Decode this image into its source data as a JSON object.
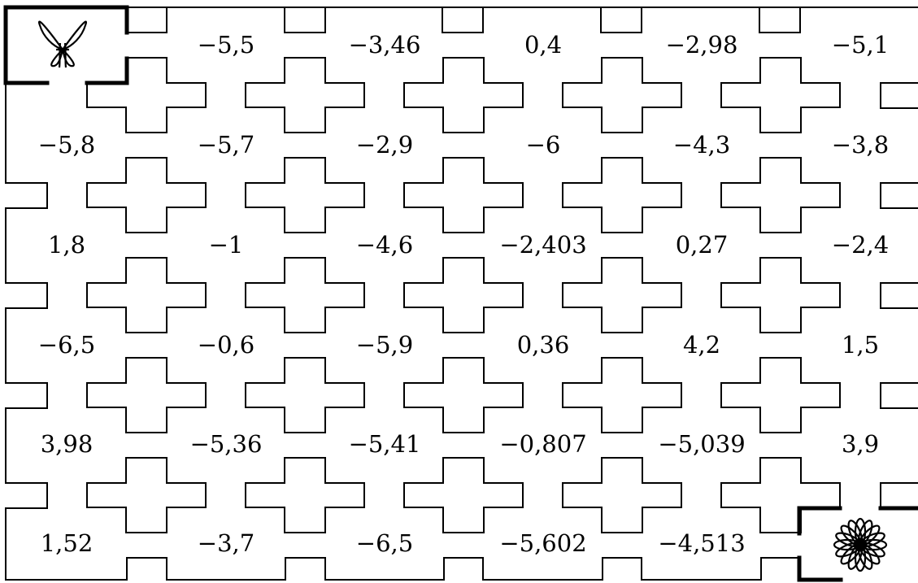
{
  "puzzle": {
    "rows": [
      [
        "",
        "−5,5",
        "−3,46",
        "0,4",
        "−2,98",
        "−5,1"
      ],
      [
        "−5,8",
        "−5,7",
        "−2,9",
        "−6",
        "−4,3",
        "−3,8"
      ],
      [
        "1,8",
        "−1",
        "−4,6",
        "−2,403",
        "0,27",
        "−2,4"
      ],
      [
        "−6,5",
        "−0,6",
        "−5,9",
        "0,36",
        "4,2",
        "1,5"
      ],
      [
        "3,98",
        "−5,36",
        "−5,41",
        "−0,807",
        "−5,039",
        "3,9"
      ],
      [
        "1,52",
        "−3,7",
        "−6,5",
        "−5,602",
        "−4,513",
        ""
      ]
    ],
    "start_icon": "butterfly-icon",
    "goal_icon": "flower-icon",
    "line_color": "#000000",
    "background": "#ffffff"
  }
}
